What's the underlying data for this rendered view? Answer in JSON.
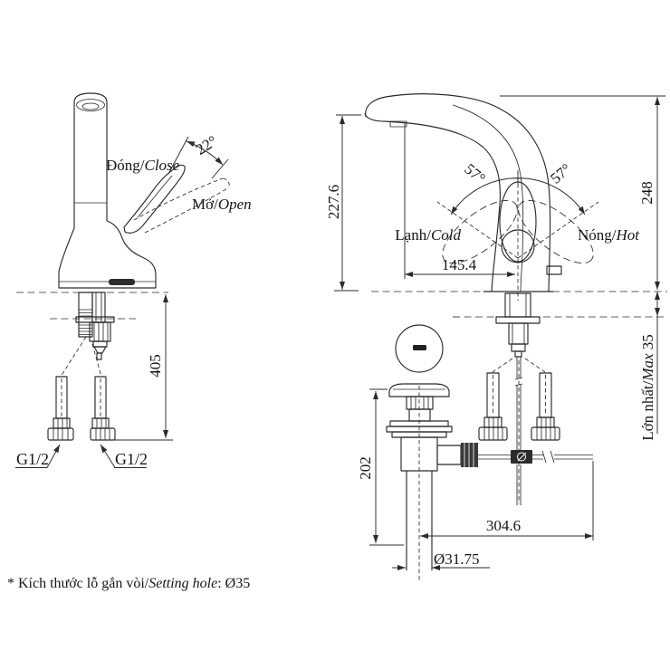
{
  "side_view": {
    "close_prefix": "Đóng/",
    "close_italic": "Close",
    "open_prefix": "Mở/",
    "open_italic": "Open",
    "handle_angle": "22°",
    "hose_length": "405",
    "thread_left": "G1/2",
    "thread_right": "G1/2"
  },
  "front_view": {
    "height_to_outlet": "227.6",
    "overall_height": "248",
    "spout_reach": "145.4",
    "swing_left": "57°",
    "swing_right": "57°",
    "cold_prefix": "Lạnh/",
    "cold_italic": "Cold",
    "hot_prefix": "Nóng/",
    "hot_italic": "Hot",
    "deck_max_prefix": "Lớn nhất/",
    "deck_max_italic": "Max",
    "deck_max_suffix": " 35"
  },
  "drain_view": {
    "drain_height": "202",
    "rod_reach": "304.6",
    "pipe_diameter": "Ø31.75"
  },
  "footer": {
    "note_prefix": "* Kích thước lỗ gắn vòi/",
    "note_italic": "Setting hole",
    "note_suffix": ": Ø35"
  }
}
